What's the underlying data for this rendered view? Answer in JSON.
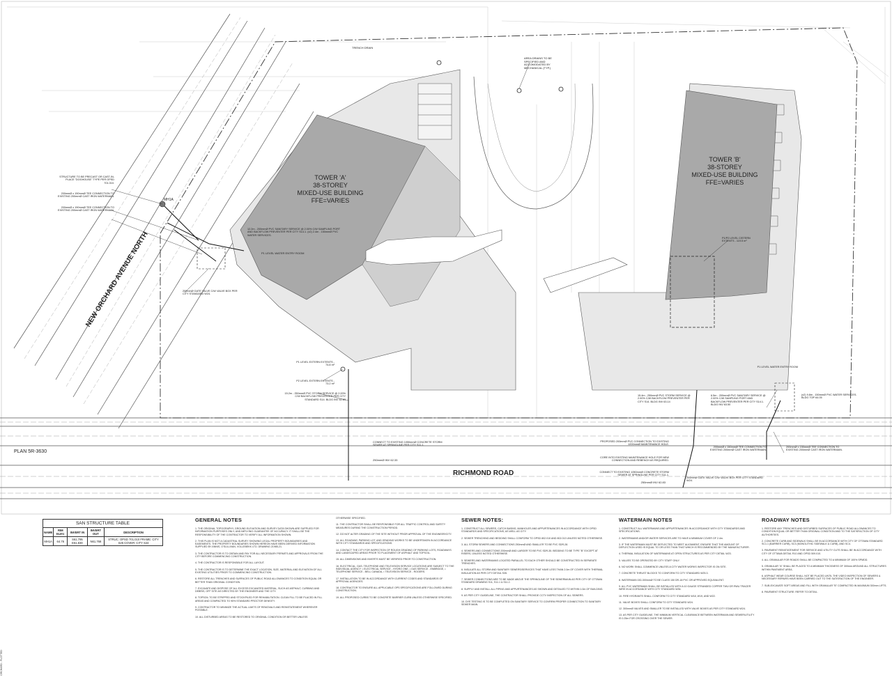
{
  "roads": {
    "new_orchard": "NEW ORCHARD AVENUE NORTH",
    "richmond": "RICHMOND ROAD"
  },
  "towers": {
    "a": {
      "title": "TOWER 'A'",
      "storeys": "38-STOREY",
      "use": "MIXED-USE BUILDING",
      "ffe": "FFE=VARIES"
    },
    "b": {
      "title": "TOWER 'B'",
      "storeys": "38-STOREY",
      "use": "MIXED-USE BUILDING",
      "ffe": "FFE=VARIES"
    }
  },
  "callouts": {
    "trench_drain": "TRENCH DRAIN",
    "area_drains": "AREA DRAINS TO BE SPECIFIED AND ACCOMODATED BY MECHANICAL (TYP.)",
    "structure": "STRUCTURE TO BE PRECAST OR CAST-IN-PLACE \"DOGHOUSE\" TYPE PER OPSD 701.010.",
    "tee1": "200mmØ x 150mmØ TEE CONNECTION TO EXISTING 200mmØ CAST IRON WATERMAIN.",
    "tee2": "200mmØ x 150mmØ TEE CONNECTION TO EXISTING 200mmØ CAST IRON WATERMAIN.",
    "gate_valve": "200mmØ GATE VALVE C/W VALVE BOX PER CITY STANDARD W24.",
    "san_service": "12.2m - 200mmØ PVC SANITARY SERVICE @ 2.00% C/W SAMPLING PORT AND BACKFLOW PREVENTER PER CITY S14.1.",
    "water_service_a": "(x2) 2.4m - 150mmØ PVC WATER SERVICES.",
    "p1_a": "P1 LEVEL WATER ENTRY ROOM",
    "p1_ext_a": "P1 LEVEL EXTERN EXTENTS - 74.8 m²",
    "p2_ext_a": "P2 LEVEL EXTERN EXTENTS - 73.2 m²",
    "storm_a": "15.2m - 250mmØ PVC STORM SERVICE @ 2.00% C/W BACKFLOW PREVENTER PER CITY STANDARD S14. BLDG INV 62.83",
    "connect_storm": "CONNECT TO EXISTING 1050mmØ CONCRETE STORM SEWER AT SPRINGLINE PER CITY S11.1.",
    "storm_inv": "250mmØ INV 62.33",
    "p1_ext_b": "P1/P2 LEVEL CISTERN EXTENTS - 119.5 m²",
    "p1_b": "P1 LEVEL WATER ENTRY ROOM",
    "water_service_b": "(x2) 9.8m - 150mmØ PVC WATER SERVICES. BLDG TOP 64.05",
    "storm_b": "15.4m - 250mmØ PVC STORM SERVICE @ 2.00% C/W BACKFLOW PREVENTER PER CITY S14. BLDG INV 63.14",
    "san_b": "6.5m - 200mmØ PVC SANITARY SERVICE @ 2.00% C/W SAMPLING PORT AND BACKFLOW PREVENTER PER CITY S14.1. BLDG INV 63.50",
    "pvc_conn": "PROPOSED 200mmØ PVC CONNECTION TO EXISTING 1200mmØ MAINTENANCE HOLE.",
    "core_into": "CORE INTO EXISTING MAINTENANCE HOLE FOR NEW CONNECTION AND REBENCH AS REQUIRED.",
    "connect_storm_b": "CONNECT TO EXISTING 1050mmØ CONCRETE STORM SEWER AT SPRINGLINE PER CITY S11.1.",
    "storm_inv_b": "250mmØ INV 62.83",
    "tee_b1": "200mmØ x 150mmØ TEE CONNECTION TO EXISTING 200mmØ CAST IRON WATERMAIN.",
    "tee_b2": "200mmØ x 150mmØ TEE CONNECTION TO EXISTING 200mmØ CAST IRON WATERMAIN.",
    "gate_b": "200mmØ GATE VALVE C/W VALVE BOX PER CITY STANDARD W24.",
    "mh": "MH1A",
    "plan": "PLAN 5R-3630"
  },
  "san_table": {
    "title": "SAN STRUCTURE TABLE",
    "headers": [
      "NAME",
      "RIM ELEV.",
      "INVERT IN",
      "INVERT OUT",
      "DESCRIPTION"
    ],
    "row": [
      "MH1A",
      "64.76",
      "S61.795 E61.830",
      "N61.768",
      "STRUC: OPSD 701.010 FRAME: CITY S25 COVER: CITY S24"
    ]
  },
  "notes": {
    "general": {
      "title": "GENERAL NOTES",
      "items": [
        "1. THE ORIGINAL TOPOGRAPHY, GROUND ELEVATION AND SURVEY DATA SHOWN ARE SUPPLIED FOR INFORMATION PURPOSES ONLY, AND IMPLYING GUARANTEE OF ACCURACY. IT SHALL BE THE RESPONSIBILITY OF THE CONTRACTOR TO VERIFY ALL INFORMATION SHOWN.",
        "2. THIS PLAN IS NOT A CADASTRAL SURVEY SHOWING LEGAL PROPERTY BOUNDARIES AND EASEMENTS. THE PROPERTY BOUNDARIES SHOWN HEREON HAVE BEEN DERIVED INFORMATION SUPPLIED BY ANNIS, O'SULLIVAN, VOLLEBEKK LTD. DRAWING 21985-21.",
        "3. THE CONTRACTOR IS TO OBTAIN AND PAY FOR ALL NECESSARY PERMITS AND APPROVALS FROM THE CITY BEFORE COMMENCING CONSTRUCTION.",
        "4. THE CONTRACTOR IS RESPONSIBLE FOR ALL LAYOUT.",
        "5. THE CONTRACTOR IS TO DETERMINE THE EXACT LOCATION, SIZE, MATERIAL AND ELEVATION OF ALL EXISTING UTILITIES PRIOR TO COMMENCING CONSTRUCTION.",
        "6. RESTORE ALL TRENCHES AND SURFACES OF PUBLIC ROAD ALLOWANCES TO CONDITION EQUAL OR BETTER THAN ORIGINAL CONDITION.",
        "7. EXCAVATE AND DISPOSE OF ALL EXCESS EXCAVATED MATERIAL, SUCH AS ASPHALT, CURBING AND DEBRIS, OFF SITE AS DIRECTED BY THE ENGINEER AND THE CITY.",
        "8. TOPSOIL TO BE STRIPPED AND STOCKPILED FOR REHABILITATION. CLEAN FILL TO BE PLACED IN FILL AREAS AND COMPACTED TO 95% STANDARD PROCTOR DENSITY.",
        "9. CONTRACTOR TO MINIMIZE THE ACTUAL LIMITS OF REMOVALS AND REINSTATEMENT WHEREVER POSSIBLE.",
        "10. ALL DISTURBED AREAS TO BE RESTORED TO ORIGINAL CONDITION OR BETTER UNLESS"
      ]
    },
    "general2": {
      "items": [
        "OTHERWISE SPECIFIED.",
        "11. THE CONTRACTOR SHALL BE RESPONSIBLE FOR ALL TRAFFIC CONTROL AND SAFETY MEASURES DURING THE CONSTRUCTION PERIOD.",
        "12. DO NOT ALTER GRADING OF THE SITE WITHOUT PRIOR APPROVAL OF THE ENGINEER/CITY.",
        "13. ALL ROADWAY, PARKING LOT, AND GRADING WORKS TO BE UNDERTAKEN IN ACCORDANCE WITH CITY STANDARDS AND SPECIFICATIONS.",
        "14. CONTACT THE CITY FOR INSPECTION OF ROUGH GRADING OF PARKING LOTS, ROADWAYS AND LANDSCAPED AREAS PRIOR TO PLACEMENT OF ASPHALT AND TOPSOIL.",
        "15. ALL DIMENSIONS AND INVERTS MUST BE VERIFIED PRIOR TO CONSTRUCTION.",
        "16. ELECTRICAL, GAS, TELEPHONE AND TELEVISION SERVICE LOCATIONS ARE SUBJECT TO THE INDIVIDUAL AGENCY: • ELECTRICAL SERVICE - HYDRO ONE, • GAS SERVICE - ENBRIDGE, • TELEPHONE SERVICE - BELL CANADA, • TELEVISION SERVICE - ROGERS.",
        "17. INSTALLATION TO BE IN ACCORDANCE WITH CURRENT CODES AND STANDARDS OF APPROVAL AGENCIES.",
        "18. CONTRACTOR TO ENSURE ALL APPLICABLE OPS SPECIFICATIONS ARE FOLLOWED DURING CONSTRUCTION.",
        "19. ALL PROPOSED CURBS TO BE CONCRETE BARRIER CURB UNLESS OTHERWISE SPECIFIED."
      ]
    },
    "sewer": {
      "title": "SEWER NOTES:",
      "items": [
        "1. CONSTRUCT ALL SEWERS, CATCH BASINS, MANHOLES AND APPURTENANCES IN ACCORDANCE WITH OPSD STANDARDS AND SPECIFICATIONS, AS WELL AS CITY.",
        "2. SEWER TRENCHING AND BEDDING SHALL CONFORM TO OPSD 802.010 AND 802.013 UNLESS NOTED OTHERWISE.",
        "3. ALL STORM SEWERS AND CONNECTIONS 250mmØ AND SMALLER TO BE PVC SDR-28.",
        "4. SEWERS AND CONNECTIONS 200mmØ AND LARGER TO BE PVC SDR-35. BEDDING TO BE TYPE \"B\" EXCEPT AT RISERS, UNLESS NOTED OTHERWISE.",
        "5. SEWERS AND WATERMAINS LOCATED PARALLEL TO EACH OTHER SHOULD BE CONSTRUCTED IN SEPARATE TRENCHES.",
        "6. INSULATE ALL STORM AND SANITARY SEWERS/SERVICES THAT HAVE LESS THAN 2.0m OF COVER WITH THERMAL INSULATION AS PER CITY DETAIL S35.",
        "7. SEWER CONNECTIONS ARE TO BE MADE ABOVE THE SPRINGLINE OF THE SEWERMAIN AS PER CITY OF OTTAWA STANDARD DRAWING S11, S11.1 & S11.2.",
        "8. SUPPLY AND INSTALL ALL PIPING AND APPURTENANCES AS SHOWN AND DETAILED TO WITHIN 1.0m OF BUILDING.",
        "9. AS PER CITY GUIDELINE, THE CONTRACTOR SHALL PROVIDE CCTV INSPECTION OF ALL SEWERS.",
        "10. DYE TESTING IS TO BE COMPLETED ON SANITARY SERVICE TO CONFIRM PROPER CONNECTION TO SANITARY SEWER MAIN."
      ]
    },
    "watermain": {
      "title": "WATERMAIN NOTES",
      "items": [
        "1. CONSTRUCT ALL WATERMAINS AND APPURTENANCES IN ACCORDANCE WITH CITY STANDARDS AND SPECIFICATIONS.",
        "2. WATERMAINS AND/OR WATER SERVICES ARE TO HAVE A MINIMUM COVER OF 2.4m.",
        "3. IF THE WATERMAIN MUST BE DEFLECTED TO MEET ALIGNMENT, ENSURE THAT THE AMOUNT OF DEFLECTION USED IS EQUAL TO OR LESS THAN THAT WHICH IS RECOMMENDED BY THE MANUFACTURER.",
        "4. THERMAL INSULATION OF WATERMAINS AT OPEN STRUCTURES AS PER CITY DETAIL W23.",
        "5. VALVES TO BE OPERATED BY CITY STAFF ONLY.",
        "6. NO WORK SHALL COMMENCE UNLESS A CITY WATER WORKS INSPECTOR IS ON SITE.",
        "7. CONCRETE THRUST BLOCKS TO CONFORM TO CITY STANDARD W25.3.",
        "8. WATERMAIN 150-300mmØ TO BE CLASS 150 DR-18 PVC OR APPROVED EQUIVALENT.",
        "9. ALL PVC WATERMAIN SHALL BE INSTALLED WITH A 10 GAUGE STRANDED COPPER TWU OR RWU TRACER WIRE IN ACCORDANCE WITH CITY STANDARD W36.",
        "10. FIRE HYDRANTS SHALL CONFORM TO CITY STANDARD W18, W19, AND W22.",
        "11. VALVE BOXES SHALL CONFORM TO CITY STANDARD W24.",
        "12. 300mmØ VALVES AND SMALLER TO BE INSTALLED WITH VALVE BOXES AS PER CITY STANDARD W24.",
        "13. AS PER CITY GUIDELINE, THE MINIMUM VERTICAL CLEARANCE BETWEEN WATERMAIN AND SEWER/UTILITY IS 0.25m FOR CROSSING OVER THE SEWER."
      ]
    },
    "roadway": {
      "title": "ROADWAY NOTES",
      "items": [
        "1. RESTORE ANY TRENCHES AND DISTURBED SURFACES OF PUBLIC ROAD ALLOWANCES TO CONDITION EQUAL OR BETTER THAN ORIGINAL CONDITION AND TO THE SATISFACTION OF CITY AUTHORITIES.",
        "2. CONCRETE CURB AND SIDEWALK SHALL BE IN ACCORDANCE WITH CITY OF OTTAWA STANDARD SC1.1 (BARRIER CURB), SC3 (MONOLITHIC SIDEWALK & CURB), AND SC4.",
        "3. PAVEMENT REINSTATEMENT FOR SERVICE AND UTILITY CUTS SHALL BE IN ACCORDANCE WITH CITY OF OTTAWA DETAIL R10 AND OPSD 509.010.",
        "4. ALL GRANULAR FOR ROADS SHALL BE COMPACTED TO A MINIMUM OF 100% SPMDD.",
        "5. GRANULAR \"A\" SHALL BE PLACED TO A MINIMUM THICKNESS OF 300mm AROUND ALL STRUCTURES WITHIN PAVEMENT AREA.",
        "6. ASPHALT WEAR COURSE SHALL NOT BE PLACED UNTIL THE VIDEO INSPECTION OF SEWERS & NECESSARY REPAIRS HAVE BEEN CARRIED OUT TO THE SATISFACTION OF THE ENGINEER.",
        "7. SUB-EXCAVATE SOFT AREAS AND FILL WITH GRANULAR \"B\" COMPACTED IN MAXIMUM 300mm LIFTS.",
        "8. PAVEMENT STRUCTURE: REFER TO DETAIL."
      ]
    }
  },
  "strip_text": "ORCHARD - PLOTTED"
}
